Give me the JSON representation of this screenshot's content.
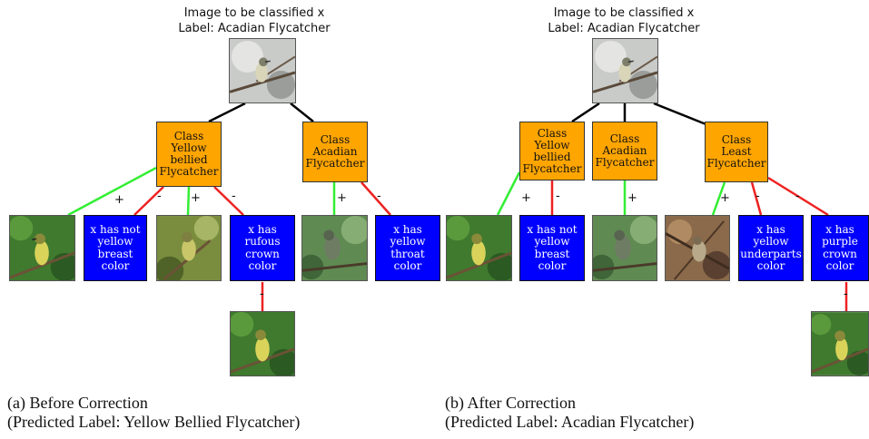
{
  "panel_a": {
    "title_line1": "Image to be classified x",
    "title_line2": "Label: Acadian Flycatcher",
    "class_yellow": [
      "Class",
      "Yellow",
      "bellied",
      "Flycatcher"
    ],
    "class_acadian": [
      "Class",
      "Acadian",
      "Flycatcher"
    ],
    "feat_not_yellow_breast": [
      "x has not",
      "yellow",
      "breast",
      "color"
    ],
    "feat_rufous_crown": [
      "x has",
      "rufous",
      "crown",
      "color"
    ],
    "feat_yellow_throat": [
      "x has",
      "yellow",
      "throat",
      "color"
    ],
    "caption_line1": "(a) Before Correction",
    "caption_line2": "(Predicted Label: Yellow Bellied Flycatcher)"
  },
  "panel_b": {
    "title_line1": "Image to be classified x",
    "title_line2": "Label: Acadian Flycatcher",
    "class_yellow": [
      "Class",
      "Yellow",
      "bellied",
      "Flycatcher"
    ],
    "class_acadian": [
      "Class",
      "Acadian",
      "Flycatcher"
    ],
    "class_least": [
      "Class",
      "Least",
      "Flycatcher"
    ],
    "feat_not_yellow_breast": [
      "x has not",
      "yellow",
      "breast",
      "color"
    ],
    "feat_yellow_underparts": [
      "x has",
      "yellow",
      "underparts",
      "color"
    ],
    "feat_purple_crown": [
      "x has",
      "purple",
      "crown",
      "color"
    ],
    "caption_line1": "(b) After Correction",
    "caption_line2": "(Predicted Label: Acadian Flycatcher)"
  },
  "signs": {
    "plus": "+",
    "minus": "-"
  },
  "colors": {
    "class_node": "#FFA500",
    "feature_node": "#0000FF",
    "positive_edge": "#33EE33",
    "negative_edge": "#EE2222",
    "tree_edge": "#000000"
  }
}
